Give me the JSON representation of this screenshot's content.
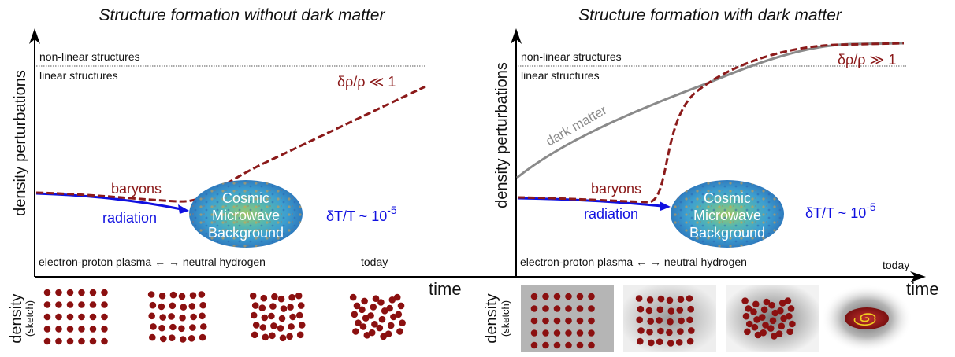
{
  "left_panel": {
    "title": "Structure formation without dark matter",
    "ratio_label": "δρ/ρ ≪ 1",
    "baryons_label": "baryons",
    "radiation_label": "radiation",
    "cmb_lines": [
      "Cosmic",
      "Microwave",
      "Background"
    ],
    "temp_label_base": "δT/T ~ 10",
    "temp_label_exp": "-5",
    "nonlinear_label": "non-linear structures",
    "linear_label": "linear structures",
    "plasma_label": "electron-proton plasma ← → neutral hydrogen",
    "today_label": "today"
  },
  "right_panel": {
    "title": "Structure formation with dark matter",
    "ratio_label": "δρ/ρ ≫ 1",
    "baryons_label": "baryons",
    "radiation_label": "radiation",
    "dark_matter_label": "dark matter",
    "cmb_lines": [
      "Cosmic",
      "Microwave",
      "Background"
    ],
    "temp_label_base": "δT/T ~ 10",
    "temp_label_exp": "-5",
    "nonlinear_label": "non-linear structures",
    "linear_label": "linear structures",
    "plasma_label": "electron-proton plasma ← → neutral hydrogen",
    "today_label": "today"
  },
  "axes": {
    "y_label": "density perturbations",
    "x_label": "time"
  },
  "sketch": {
    "label_main": "density",
    "label_sub": "(sketch)"
  },
  "colors": {
    "baryons": "#8b1a1a",
    "radiation": "#1010e0",
    "dark_matter": "#8a8a8a",
    "dots": "#8b1010",
    "ratio_text": "#8b1a1a",
    "temp_text": "#1010e0"
  }
}
